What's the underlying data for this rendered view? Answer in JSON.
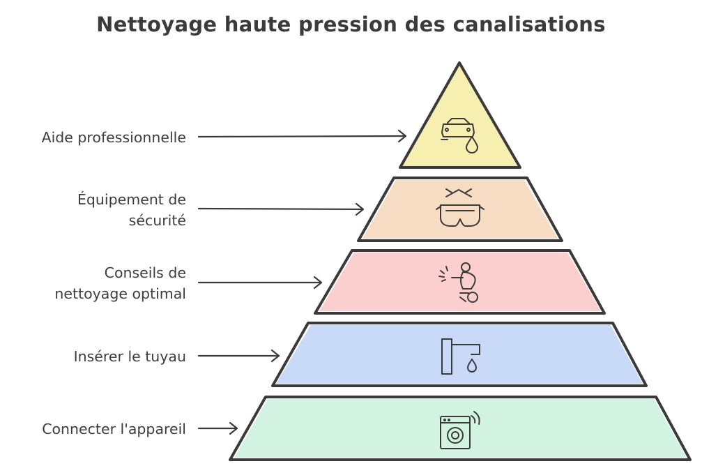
{
  "title": "Nettoyage haute pression des canalisations",
  "tiers": [
    {
      "label_lines": [
        "Aide professionnelle"
      ],
      "color": "#f7efb0",
      "icon": "car-wash-icon"
    },
    {
      "label_lines": [
        "Équipement de",
        "sécurité"
      ],
      "color": "#f6dcc2",
      "icon": "safety-goggles-icon"
    },
    {
      "label_lines": [
        "Conseils de",
        "nettoyage optimal"
      ],
      "color": "#fbcfcd",
      "icon": "person-cleaning-icon"
    },
    {
      "label_lines": [
        "Insérer le tuyau"
      ],
      "color": "#c9daf8",
      "icon": "faucet-drop-icon"
    },
    {
      "label_lines": [
        "Connecter l'appareil"
      ],
      "color": "#d3f3e2",
      "icon": "smart-washing-machine-icon"
    }
  ],
  "colors": {
    "stroke": "#3a3a3a",
    "text": "#3d3d3d"
  }
}
